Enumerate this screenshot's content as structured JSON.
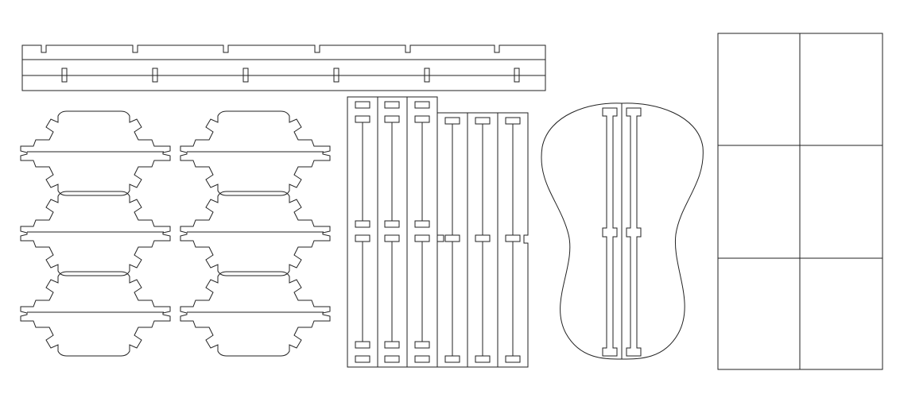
{
  "drawing": {
    "background": "#ffffff",
    "stroke_color": "#222222",
    "parts": [
      {
        "name": "long-rail-with-tabs",
        "notches": 6,
        "slots": 6
      },
      {
        "name": "cross-profile-pieces",
        "count": 6
      },
      {
        "name": "slatted-panel",
        "slats": 6
      },
      {
        "name": "peanut-shaped-panel",
        "inner_slots": 2
      },
      {
        "name": "grid-panel",
        "rows": 3,
        "columns": 2
      }
    ]
  }
}
